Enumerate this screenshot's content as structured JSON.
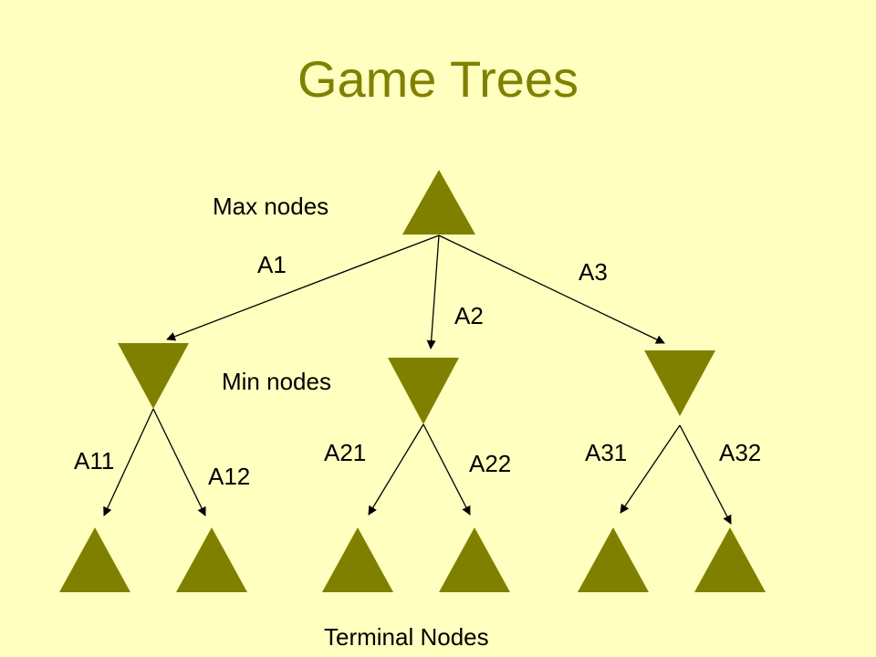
{
  "slide": {
    "title": "Game Trees",
    "node_color": "#808000",
    "background": "#FFFFC0"
  },
  "labels": {
    "max_nodes": "Max nodes",
    "min_nodes": "Min nodes",
    "terminal_nodes": "Terminal Nodes"
  },
  "tree": {
    "root_edges": [
      "A1",
      "A2",
      "A3"
    ],
    "min_edges": [
      [
        "A11",
        "A12"
      ],
      [
        "A21",
        "A22"
      ],
      [
        "A31",
        "A32"
      ]
    ]
  }
}
